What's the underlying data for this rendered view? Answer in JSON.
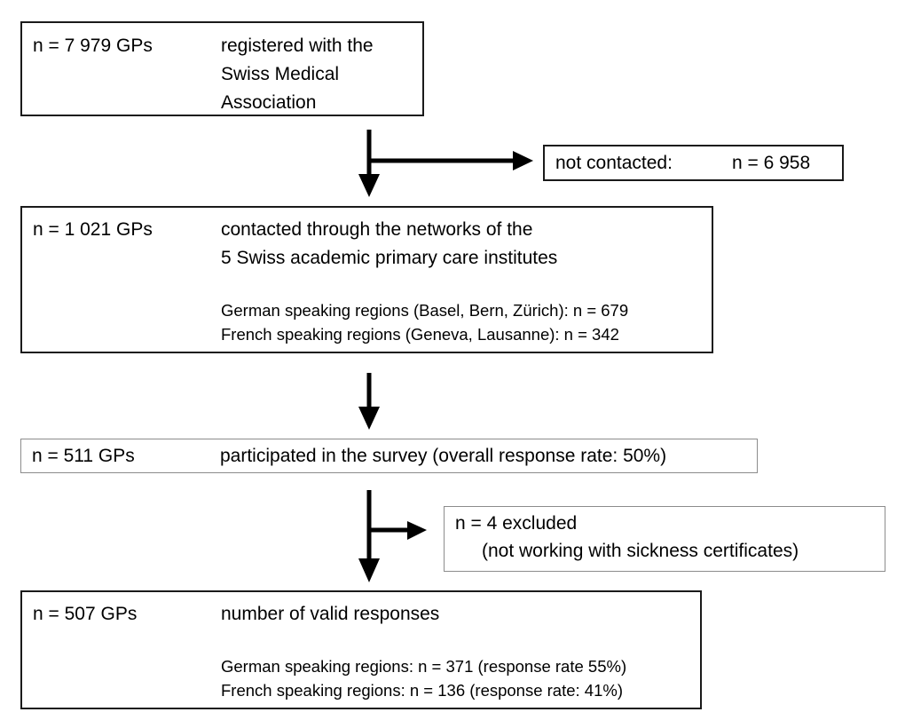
{
  "figure": {
    "type": "flowchart",
    "title": "Survey participant flow diagram",
    "orientation": "top-to-bottom",
    "colors": {
      "box_border": "#1a1a1a",
      "box_border_light": "#8c8c8c",
      "arrow": "#000000",
      "background": "#ffffff",
      "text": "#000000"
    }
  },
  "nodes": {
    "registered": {
      "count_label": "n = 7 979 GPs",
      "description_lines": [
        "registered with the",
        "Swiss Medical",
        "Association"
      ]
    },
    "not_contacted": {
      "label": "not contacted:",
      "count_label": "n = 6 958"
    },
    "contacted": {
      "count_label": "n = 1 021 GPs",
      "description_lines": [
        "contacted through the networks of the",
        "5 Swiss academic primary care institutes"
      ],
      "breakdown_lines": [
        "German speaking regions (Basel, Bern, Zürich): n = 679",
        "French speaking regions (Geneva, Lausanne):  n = 342"
      ]
    },
    "participated": {
      "count_label": "n = 511 GPs",
      "description": "participated in the survey (overall response rate: 50%)"
    },
    "excluded": {
      "line1": "n = 4 excluded",
      "line2": "(not working with sickness certificates)"
    },
    "valid": {
      "count_label": "n = 507 GPs",
      "description": "number of valid responses",
      "breakdown_lines": [
        "German speaking regions: n = 371 (response rate 55%)",
        "French speaking regions: n = 136 (response rate: 41%)"
      ]
    }
  },
  "edges": [
    {
      "id": "registered-to-contacted",
      "from": "registered",
      "to": "contacted",
      "style": "vertical-arrow"
    },
    {
      "id": "registered-to-not-contacted",
      "from": "registered",
      "to": "not_contacted",
      "style": "branch-right-arrow"
    },
    {
      "id": "contacted-to-participated",
      "from": "contacted",
      "to": "participated",
      "style": "vertical-arrow"
    },
    {
      "id": "participated-to-valid",
      "from": "participated",
      "to": "valid",
      "style": "vertical-arrow"
    },
    {
      "id": "participated-to-excluded",
      "from": "participated",
      "to": "excluded",
      "style": "branch-right-arrow"
    }
  ]
}
